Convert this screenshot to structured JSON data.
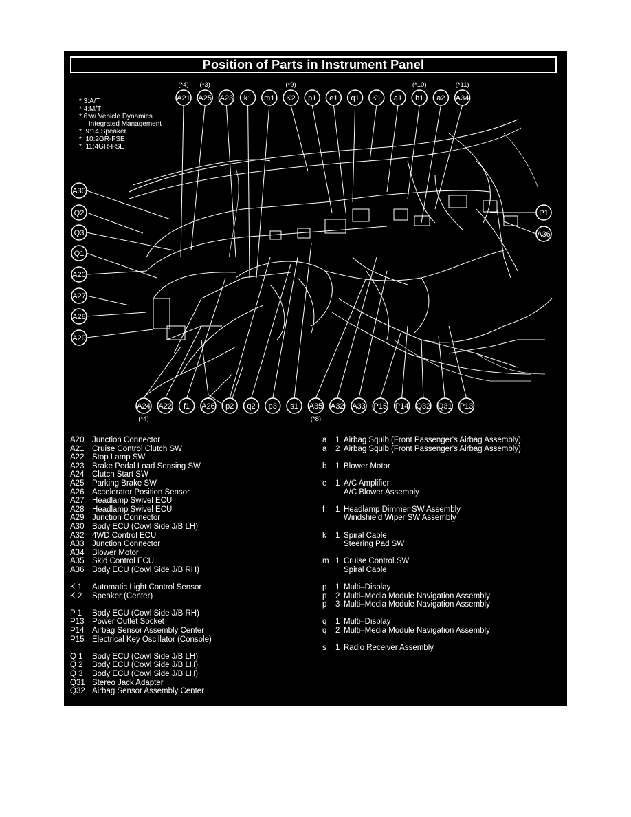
{
  "title": "Position of Parts in Instrument Panel",
  "notes": [
    "* 3:A/T",
    "* 4:M/T",
    "* 6:w/ Vehicle Dynamics",
    "     Integrated Management",
    "*  9:14 Speaker",
    "*  10:2GR-FSE",
    "*  11:4GR-FSE"
  ],
  "top_callouts": [
    {
      "label": "A21",
      "qualifier": "(*4)"
    },
    {
      "label": "A25",
      "qualifier": "(*3)"
    },
    {
      "label": "A23",
      "qualifier": ""
    },
    {
      "label": "k1",
      "qualifier": ""
    },
    {
      "label": "m1",
      "qualifier": ""
    },
    {
      "label": "K2",
      "qualifier": "(*9)"
    },
    {
      "label": "p1",
      "qualifier": ""
    },
    {
      "label": "e1",
      "qualifier": ""
    },
    {
      "label": "q1",
      "qualifier": ""
    },
    {
      "label": "K1",
      "qualifier": ""
    },
    {
      "label": "a1",
      "qualifier": ""
    },
    {
      "label": "b1",
      "qualifier": "(*10)"
    },
    {
      "label": "a2",
      "qualifier": ""
    },
    {
      "label": "A34",
      "qualifier": "(*11)"
    }
  ],
  "left_callouts": [
    "A30",
    "Q2",
    "Q3",
    "Q1",
    "A20",
    "A27",
    "A28",
    "A29"
  ],
  "right_callouts": [
    "P1",
    "A36"
  ],
  "bottom_callouts": [
    {
      "label": "A24",
      "qualifier": "(*4)"
    },
    {
      "label": "A22",
      "qualifier": ""
    },
    {
      "label": "f1",
      "qualifier": ""
    },
    {
      "label": "A26",
      "qualifier": ""
    },
    {
      "label": "p2",
      "qualifier": ""
    },
    {
      "label": "q2",
      "qualifier": ""
    },
    {
      "label": "p3",
      "qualifier": ""
    },
    {
      "label": "s1",
      "qualifier": ""
    },
    {
      "label": "A35",
      "qualifier": "(*8)"
    },
    {
      "label": "A32",
      "qualifier": ""
    },
    {
      "label": "A33",
      "qualifier": ""
    },
    {
      "label": "P15",
      "qualifier": ""
    },
    {
      "label": "P14",
      "qualifier": ""
    },
    {
      "label": "Q32",
      "qualifier": ""
    },
    {
      "label": "Q31",
      "qualifier": ""
    },
    {
      "label": "P13",
      "qualifier": ""
    }
  ],
  "legend_left": [
    {
      "code": "A20",
      "name": "Junction Connector"
    },
    {
      "code": "A21",
      "name": "Cruise Control Clutch SW"
    },
    {
      "code": "A22",
      "name": "Stop Lamp SW"
    },
    {
      "code": "A23",
      "name": "Brake Pedal Load Sensing SW"
    },
    {
      "code": "A24",
      "name": "Clutch Start SW"
    },
    {
      "code": "A25",
      "name": "Parking Brake SW"
    },
    {
      "code": "A26",
      "name": "Accelerator Position Sensor"
    },
    {
      "code": "A27",
      "name": "Headlamp Swivel ECU"
    },
    {
      "code": "A28",
      "name": "Headlamp Swivel ECU"
    },
    {
      "code": "A29",
      "name": "Junction Connector"
    },
    {
      "code": "A30",
      "name": "Body ECU (Cowl Side J/B LH)"
    },
    {
      "code": "A32",
      "name": "4WD Control ECU"
    },
    {
      "code": "A33",
      "name": "Junction Connector"
    },
    {
      "code": "A34",
      "name": "Blower Motor"
    },
    {
      "code": "A35",
      "name": "Skid Control ECU"
    },
    {
      "code": "A36",
      "name": "Body ECU (Cowl Side J/B RH)"
    },
    {
      "code": "",
      "name": ""
    },
    {
      "code": "K  1",
      "name": "Automatic Light Control Sensor"
    },
    {
      "code": "K  2",
      "name": "Speaker (Center)"
    },
    {
      "code": "",
      "name": ""
    },
    {
      "code": "P  1",
      "name": "Body ECU (Cowl Side J/B RH)"
    },
    {
      "code": "P13",
      "name": "Power Outlet Socket"
    },
    {
      "code": "P14",
      "name": "Airbag Sensor Assembly Center"
    },
    {
      "code": "P15",
      "name": "Electrical Key Oscillator (Console)"
    },
    {
      "code": "",
      "name": ""
    },
    {
      "code": "Q  1",
      "name": "Body ECU (Cowl Side J/B LH)"
    },
    {
      "code": "Q  2",
      "name": "Body ECU (Cowl Side J/B LH)"
    },
    {
      "code": "Q  3",
      "name": "Body ECU (Cowl Side J/B LH)"
    },
    {
      "code": "Q31",
      "name": "Stereo Jack Adapter"
    },
    {
      "code": "Q32",
      "name": "Airbag Sensor Assembly Center"
    }
  ],
  "legend_right": [
    {
      "letter": "a",
      "num": "1",
      "name": "Airbag Squib (Front Passenger's Airbag Assembly)"
    },
    {
      "letter": "a",
      "num": "2",
      "name": "Airbag Squib (Front Passenger's Airbag Assembly)"
    },
    {
      "letter": "",
      "num": "",
      "name": ""
    },
    {
      "letter": "b",
      "num": "1",
      "name": "Blower Motor"
    },
    {
      "letter": "",
      "num": "",
      "name": ""
    },
    {
      "letter": "e",
      "num": "1",
      "name": "A/C Amplifier"
    },
    {
      "letter": "",
      "num": "",
      "name": "A/C Blower Assembly"
    },
    {
      "letter": "",
      "num": "",
      "name": ""
    },
    {
      "letter": "f",
      "num": "1",
      "name": "Headlamp Dimmer SW Assembly"
    },
    {
      "letter": "",
      "num": "",
      "name": "Windshield Wiper SW Assembly"
    },
    {
      "letter": "",
      "num": "",
      "name": ""
    },
    {
      "letter": "k",
      "num": "1",
      "name": "Spiral Cable"
    },
    {
      "letter": "",
      "num": "",
      "name": "Steering Pad SW"
    },
    {
      "letter": "",
      "num": "",
      "name": ""
    },
    {
      "letter": "m",
      "num": "1",
      "name": "Cruise Control SW"
    },
    {
      "letter": "",
      "num": "",
      "name": "Spiral Cable"
    },
    {
      "letter": "",
      "num": "",
      "name": ""
    },
    {
      "letter": "p",
      "num": "1",
      "name": "Multi–Display"
    },
    {
      "letter": "p",
      "num": "2",
      "name": "Multi–Media Module Navigation Assembly"
    },
    {
      "letter": "p",
      "num": "3",
      "name": "Multi–Media Module Navigation Assembly"
    },
    {
      "letter": "",
      "num": "",
      "name": ""
    },
    {
      "letter": "q",
      "num": "1",
      "name": "Multi–Display"
    },
    {
      "letter": "q",
      "num": "2",
      "name": "Multi–Media Module Navigation Assembly"
    },
    {
      "letter": "",
      "num": "",
      "name": ""
    },
    {
      "letter": "s",
      "num": "1",
      "name": "Radio Receiver Assembly"
    }
  ]
}
